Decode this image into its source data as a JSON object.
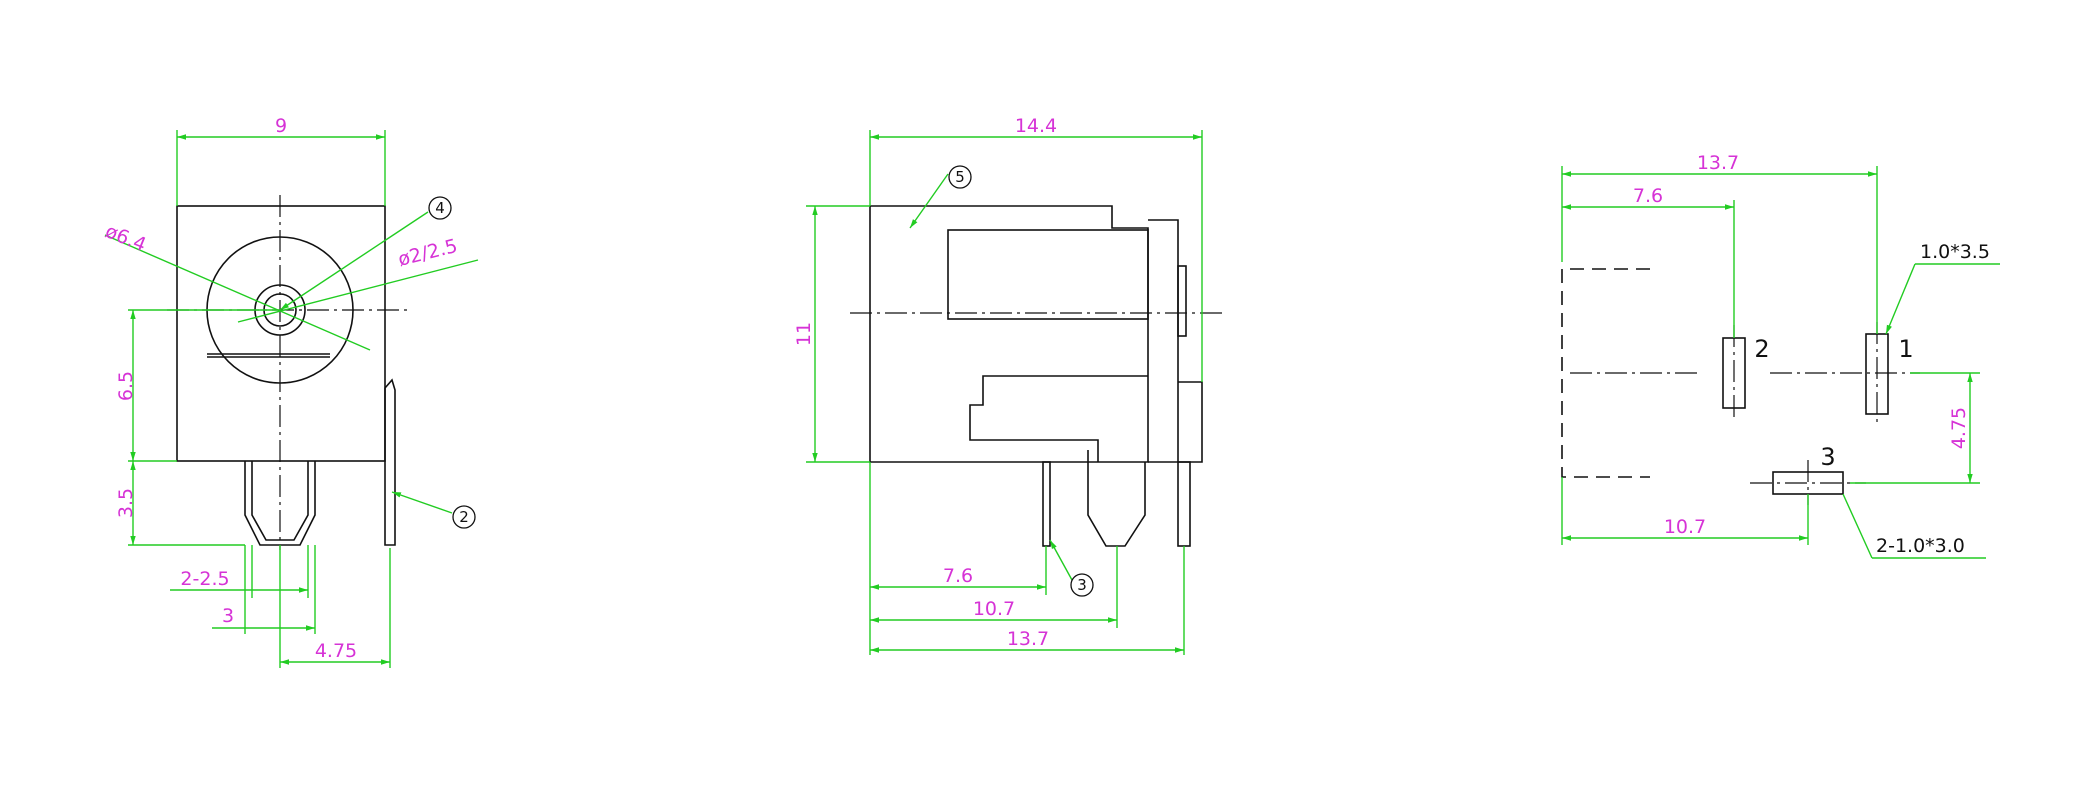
{
  "front_view": {
    "dims": {
      "width": "9",
      "outer_dia": "ø6.4",
      "pin_dia": "ø2/2.5",
      "center_height": "6.5",
      "pin_length": "3.5",
      "pin_width": "2-2.5",
      "pin_pitch": "3",
      "side_offset": "4.75"
    },
    "callouts": {
      "c4": "4",
      "c2": "2"
    }
  },
  "side_view": {
    "dims": {
      "length": "14.4",
      "height": "11",
      "pin3_pos": "7.6",
      "pin2_pos": "10.7",
      "pin1_pos": "13.7"
    },
    "callouts": {
      "c5": "5",
      "c3": "3"
    }
  },
  "footprint": {
    "dims": {
      "overall": "13.7",
      "pin2_pos": "7.6",
      "pin3_pos": "10.7",
      "pin3_offset": "4.75"
    },
    "slot_notes": {
      "pin1": "1.0*3.5",
      "pin3": "2-1.0*3.0"
    },
    "pin_labels": {
      "p1": "1",
      "p2": "2",
      "p3": "3"
    }
  }
}
